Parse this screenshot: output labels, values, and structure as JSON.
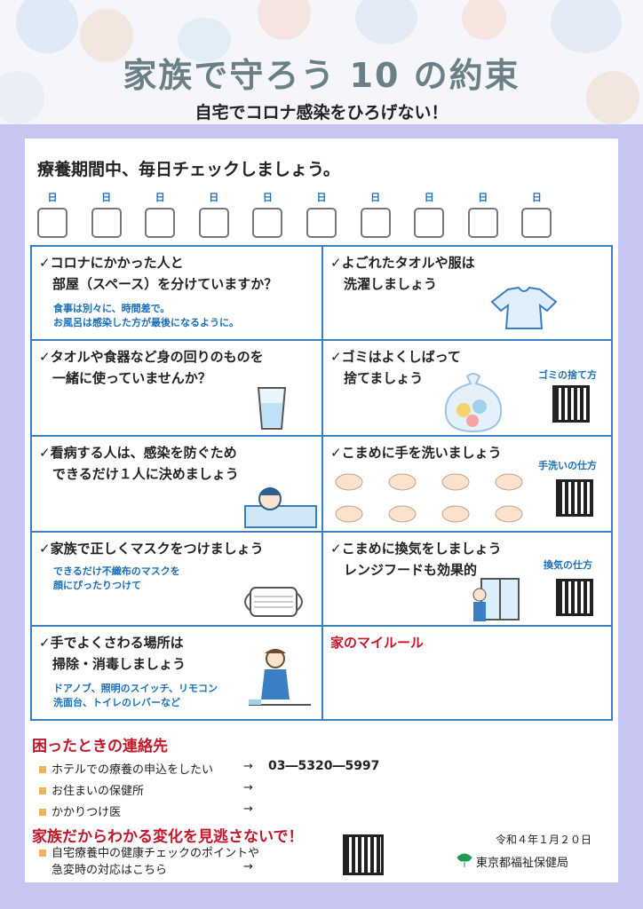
{
  "header": {
    "title": "家族で守ろう 10 の約束",
    "subtitle": "自宅でコロナ感染をひろげない！"
  },
  "check": {
    "title": "療養期間中、毎日チェックしましょう。",
    "day_label": "日"
  },
  "cells": {
    "c1": {
      "title": "✓コロナにかかった人と\n　部屋（スペース）を分けていますか？",
      "note": "食事は別々に、時間差で。\nお風呂は感染した方が最後になるように。"
    },
    "c2": {
      "title": "✓よごれたタオルや服は\n　洗濯しましょう"
    },
    "c3": {
      "title": "✓タオルや食器など身の回りのものを\n　一緒に使っていませんか？"
    },
    "c4": {
      "title": "✓ゴミはよくしばって\n　捨てましょう",
      "qr_label": "ゴミの捨て方"
    },
    "c5": {
      "title": "✓看病する人は、感染を防ぐため\n　できるだけ１人に決めましょう"
    },
    "c6": {
      "title": "✓こまめに手を洗いましょう",
      "qr_label": "手洗いの仕方"
    },
    "c7": {
      "title": "✓家族で正しくマスクをつけましょう",
      "note": "できるだけ不織布のマスクを\n顔にぴったりつけて"
    },
    "c8": {
      "title": "✓こまめに換気をしましょう\n　レンジフードも効果的",
      "qr_label": "換気の仕方"
    },
    "c9": {
      "title": "✓手でよくさわる場所は\n　掃除・消毒しましょう",
      "note": "ドアノブ、照明のスイッチ、リモコン\n洗面台、トイレのレバーなど"
    },
    "c10": {
      "title": "家のマイルール"
    }
  },
  "contacts": {
    "heading": "困ったときの連絡先",
    "items": [
      {
        "label": "ホテルでの療養の申込をしたい",
        "arrow": "→",
        "value": "03―5320―5997"
      },
      {
        "label": "お住まいの保健所",
        "arrow": "→",
        "value": ""
      },
      {
        "label": "かかりつけ医",
        "arrow": "→",
        "value": ""
      }
    ]
  },
  "watch": {
    "heading": "家族だからわかる変化を見逃さないで！",
    "line1": "自宅療養中の健康チェックのポイントや",
    "line2": "急変時の対応はこちら",
    "arrow": "→"
  },
  "footer": {
    "date": "令和４年１月２０日",
    "org": "東京都福祉保健局"
  },
  "colors": {
    "accent": "#3a7fc4",
    "red": "#c0172a",
    "note": "#1a6fb5",
    "bg": "#c7c6f2"
  }
}
